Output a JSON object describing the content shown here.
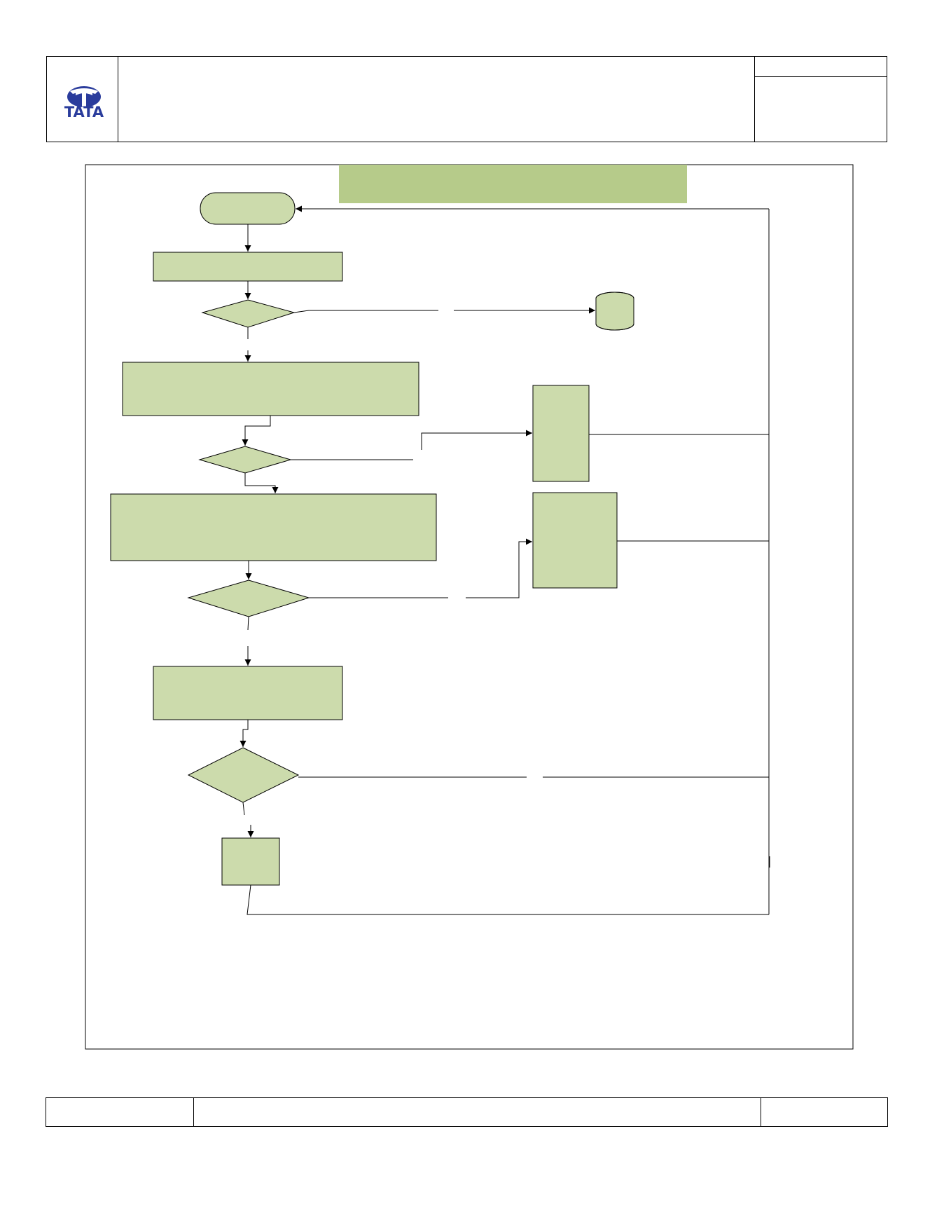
{
  "document": {
    "logo_word": "TATA"
  },
  "colors": {
    "brand_blue": "#2a3c9c",
    "shape_fill": "#ccdbac",
    "banner_fill": "#b6cb8a",
    "line": "#000000"
  },
  "flowchart": {
    "nodes": [
      {
        "id": "start",
        "shape": "terminator",
        "label": ""
      },
      {
        "id": "step-1",
        "shape": "process",
        "label": ""
      },
      {
        "id": "decision-1",
        "shape": "decision",
        "label": ""
      },
      {
        "id": "end",
        "shape": "cylinder",
        "label": ""
      },
      {
        "id": "step-2",
        "shape": "process",
        "label": ""
      },
      {
        "id": "decision-2",
        "shape": "decision",
        "label": ""
      },
      {
        "id": "side-1",
        "shape": "process",
        "label": ""
      },
      {
        "id": "step-3",
        "shape": "process",
        "label": ""
      },
      {
        "id": "decision-3",
        "shape": "decision",
        "label": ""
      },
      {
        "id": "side-2",
        "shape": "process",
        "label": ""
      },
      {
        "id": "step-4",
        "shape": "process",
        "label": ""
      },
      {
        "id": "decision-4",
        "shape": "decision",
        "label": ""
      },
      {
        "id": "step-5",
        "shape": "process",
        "label": ""
      }
    ]
  }
}
